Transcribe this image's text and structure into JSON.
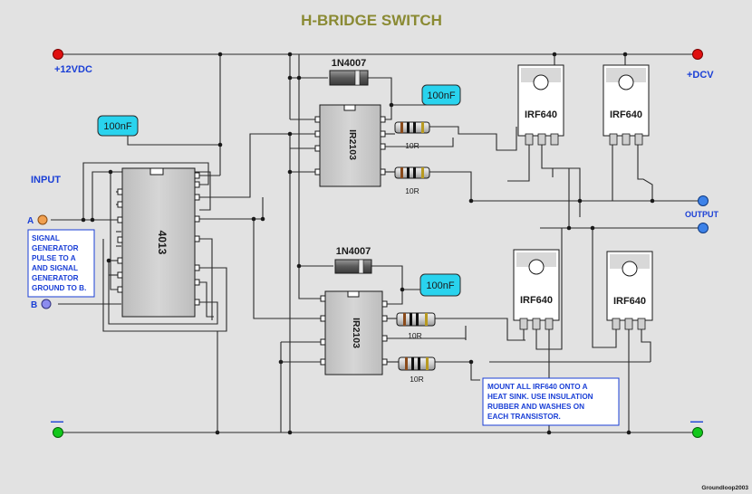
{
  "title": "H-BRIDGE SWITCH",
  "rails": {
    "positive_12v": "+12VDC",
    "positive_dcv": "+DCV",
    "negative_left": "—",
    "negative_right": "—"
  },
  "input": {
    "label": "INPUT",
    "terminal_a": "A",
    "terminal_b": "B",
    "note_lines": [
      "SIGNAL",
      "GENERATOR",
      "PULSE TO A",
      "AND SIGNAL",
      "GENERATOR",
      "GROUND TO B."
    ]
  },
  "output": {
    "label": "OUTPUT"
  },
  "capacitors": {
    "c1": "100nF",
    "c2": "100nF",
    "c3": "100nF"
  },
  "ics": {
    "flipflop": "4013",
    "driver_top": "IR2103",
    "driver_bottom": "IR2103"
  },
  "diodes": {
    "top": "1N4007",
    "bottom": "1N4007"
  },
  "resistors": {
    "r1": "10R",
    "r2": "10R",
    "r3": "10R",
    "r4": "10R"
  },
  "mosfets": {
    "q1": "IRF640",
    "q2": "IRF640",
    "q3": "IRF640",
    "q4": "IRF640"
  },
  "mount_note_lines": [
    "MOUNT ALL IRF640 ONTO A",
    "HEAT SINK. USE INSULATION",
    "RUBBER AND WASHES ON",
    "EACH TRANSISTOR."
  ],
  "credit": "Groundloop2003",
  "colors": {
    "background": "#e2e2e2",
    "title": "#8a8a33",
    "label_blue": "#1a3fd6",
    "capacitor_fill": "#29d3ee",
    "terminal_red": "#e01010",
    "terminal_green": "#12c81b",
    "terminal_blue": "#3d82e8",
    "terminal_orange": "#f0a050",
    "terminal_violet": "#8c8cee"
  }
}
